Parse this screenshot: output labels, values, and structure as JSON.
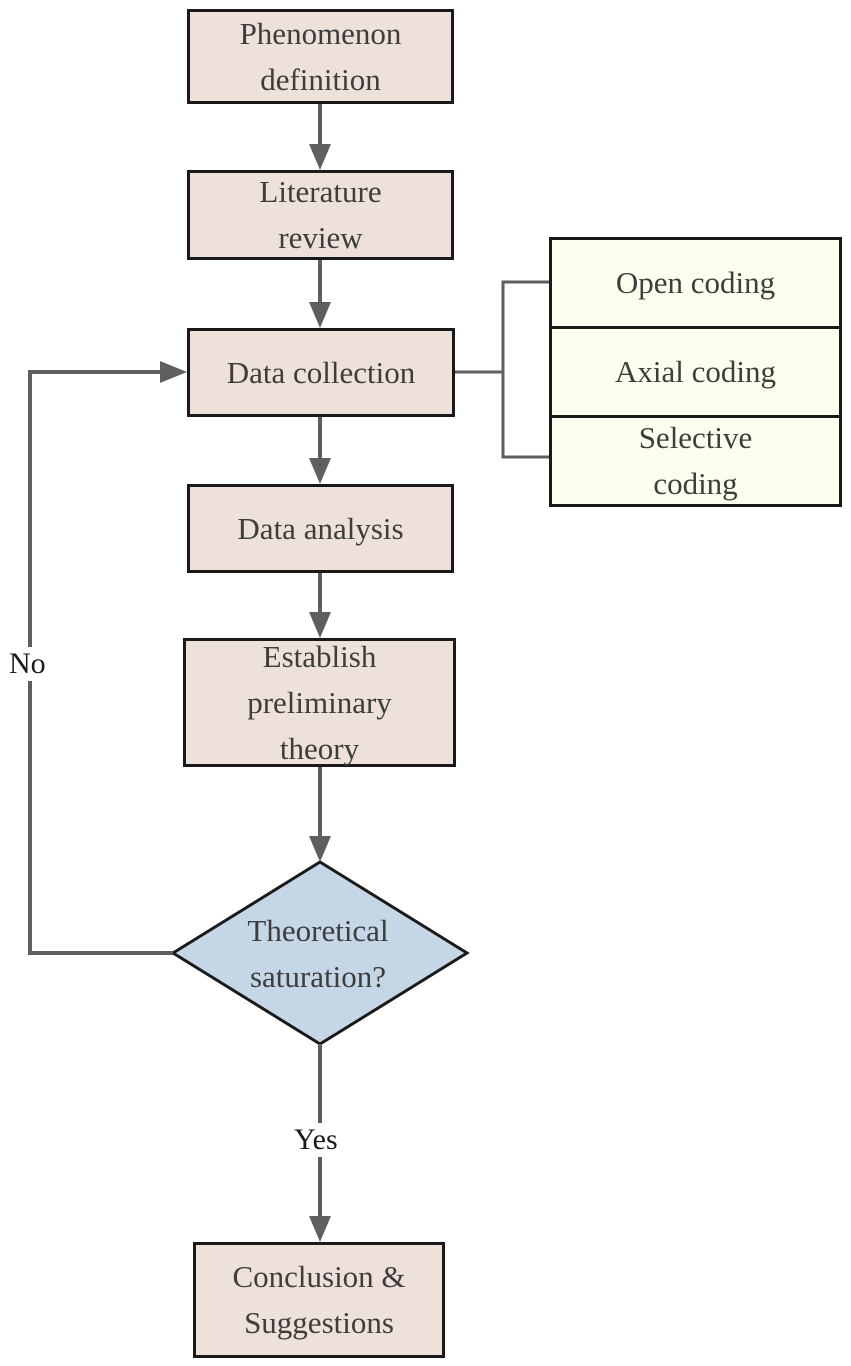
{
  "diagram": {
    "steps": {
      "phenomenon": "Phenomenon\ndefinition",
      "literature": "Literature\nreview",
      "collection": "Data collection",
      "analysis": "Data  analysis",
      "preliminary": "Establish\npreliminary\ntheory",
      "conclusion": "Conclusion &\nSuggestions"
    },
    "decision": "Theoretical\nsaturation?",
    "coding": {
      "open": "Open coding",
      "axial": "Axial coding",
      "selective": "Selective\ncoding"
    },
    "edges": {
      "no": "No",
      "yes": "Yes"
    },
    "colors": {
      "step_fill": "#eee1da",
      "coding_fill": "#fefeee",
      "decision_fill": "#c5d7e6",
      "connector": "#5f5f5f",
      "border": "#1a1a1a"
    }
  }
}
